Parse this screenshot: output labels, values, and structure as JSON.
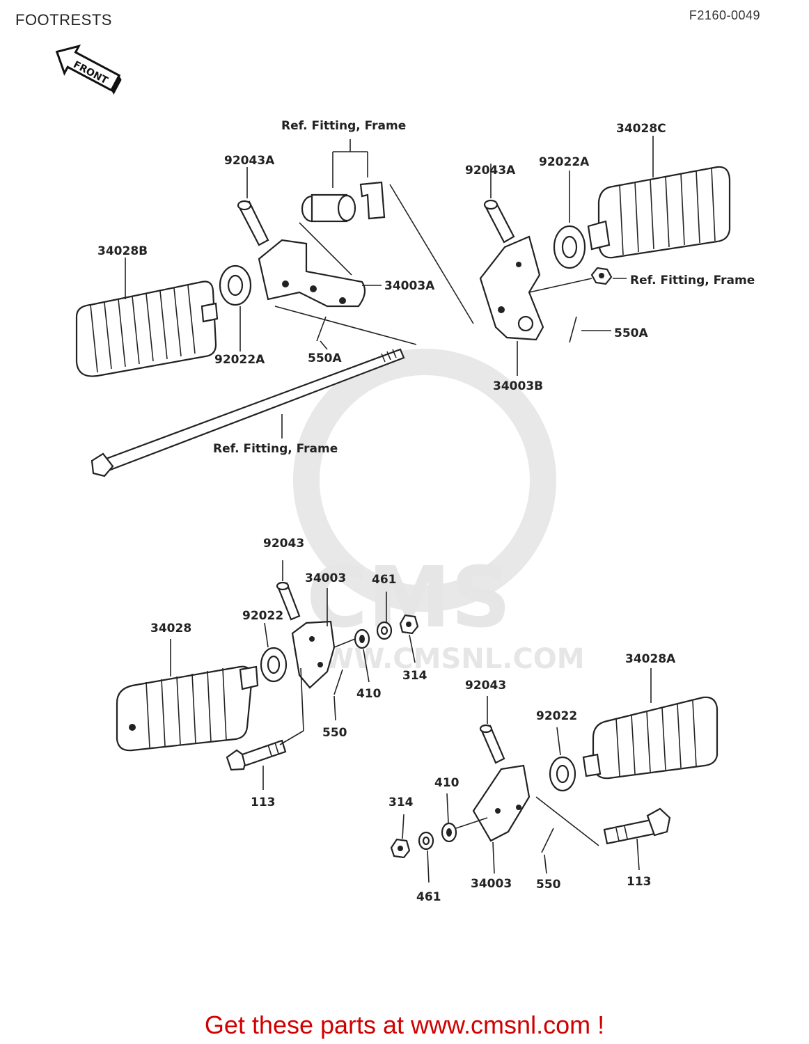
{
  "header": {
    "title": "FOOTRESTS",
    "code": "F2160-0049"
  },
  "front_arrow": "FRONT",
  "watermark": {
    "brand": "CMS",
    "url": "WWW.CMSNL.COM"
  },
  "labels": {
    "p34028B": "34028B",
    "p92043A_1": "92043A",
    "ref_top": "Ref.  Fitting, Frame",
    "p34003A": "34003A",
    "p92022A_1": "92022A",
    "p550A_1": "550A",
    "ref_rod": "Ref.  Fitting, Frame",
    "p92043A_2": "92043A",
    "p92022A_2": "92022A",
    "p34028C": "34028C",
    "ref_nut": "Ref.  Fitting, Frame",
    "p550A_2": "550A",
    "p34003B": "34003B",
    "p92043_1": "92043",
    "p34003_1": "34003",
    "p461_1": "461",
    "p92022_1": "92022",
    "p34028": "34028",
    "p314_1": "314",
    "p410_1": "410",
    "p550_1": "550",
    "p113_1": "113",
    "p92043_2": "92043",
    "p34028A": "34028A",
    "p92022_2": "92022",
    "p314_2": "314",
    "p410_2": "410",
    "p461_2": "461",
    "p34003_2": "34003",
    "p550_2": "550",
    "p113_2": "113"
  },
  "footer": {
    "cta": "Get these parts at www.cmsnl.com !"
  }
}
